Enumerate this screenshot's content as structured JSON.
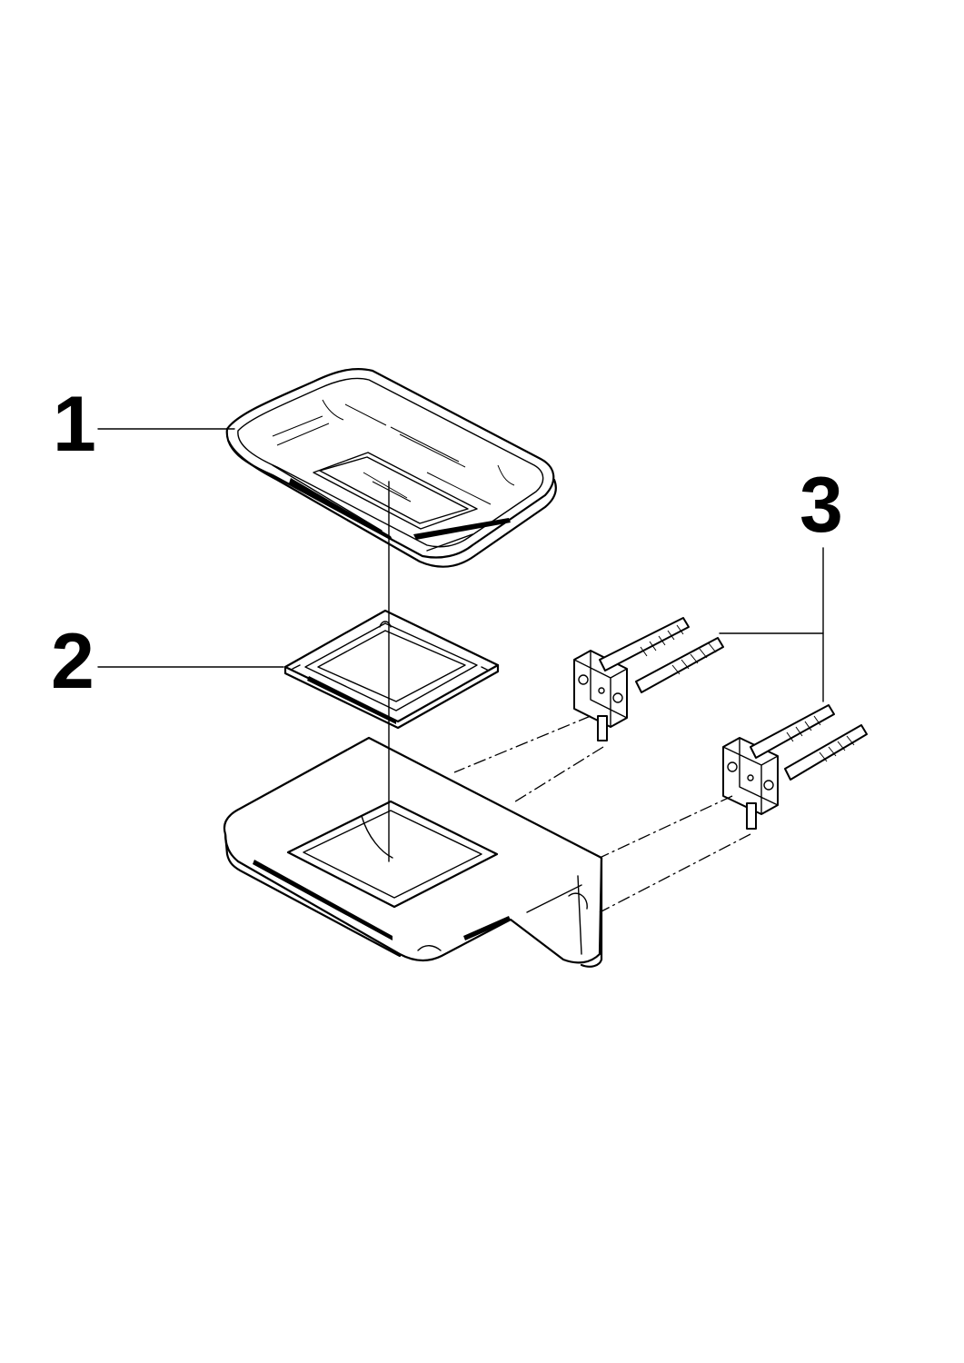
{
  "callouts": [
    {
      "number": "1",
      "part": "soap-dish"
    },
    {
      "number": "2",
      "part": "dish-insert-frame"
    },
    {
      "number": "3",
      "part": "wall-fixing-set"
    }
  ],
  "colors": {
    "line": "#000000",
    "background": "#ffffff"
  }
}
